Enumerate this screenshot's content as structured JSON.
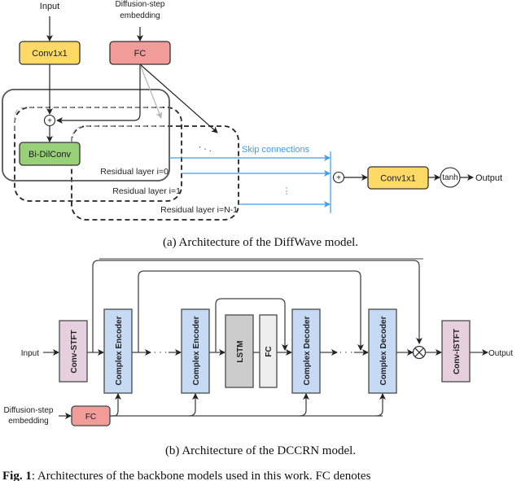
{
  "diffwave": {
    "input_label": "Input",
    "embedding_label_line1": "Diffusion-step",
    "embedding_label_line2": "embedding",
    "conv_in_label": "Conv1x1",
    "fc_label": "FC",
    "sum_symbol": "+",
    "bidilconv_label": "Bi-DilConv",
    "residual_layers": [
      "Residual layer i=0",
      "Residual layer i=1",
      "Residual layer i=N-1"
    ],
    "ellipsis": "· · ·",
    "skip_label": "Skip connections",
    "vertical_ellipsis": "⋮",
    "conv_out_label": "Conv1x1",
    "tanh_label": "tanh",
    "output_label": "Output",
    "colors": {
      "conv": "#ffd966",
      "fc": "#f19c99",
      "bidilconv": "#97d077",
      "skip": "#3d9bf0"
    }
  },
  "caption_a": "(a) Architecture of the DiffWave model.",
  "dccrn": {
    "input_label": "Input",
    "output_label": "Output",
    "stft_label": "Conv-STFT",
    "istft_label": "Conv-iSTFT",
    "encoder_label": "Complex Encoder",
    "decoder_label": "Complex Decoder",
    "lstm_label": "LSTM",
    "fc_mid_label": "FC",
    "fc_emb_label": "FC",
    "embedding_label_line1": "Diffusion-step",
    "embedding_label_line2": "embedding",
    "ellipsis": "· · ·",
    "multiply_symbol": "⊗",
    "colors": {
      "stft": "#e6d0de",
      "coder": "#c6daf4",
      "lstm": "#cccccc",
      "fc_mid": "#eeeeee",
      "fc_emb": "#f19c99"
    }
  },
  "caption_b": "(b) Architecture of the DCCRN model.",
  "figure_caption": {
    "prefix": "Fig. 1",
    "text": ": Architectures of the backbone models used in this work. FC denotes"
  }
}
